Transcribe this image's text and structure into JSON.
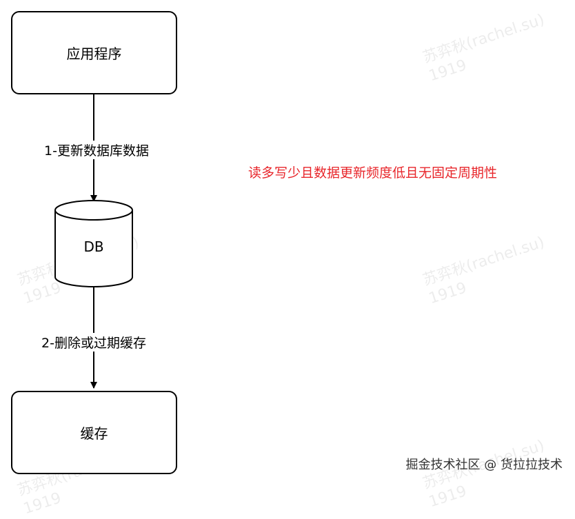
{
  "nodes": {
    "app": "应用程序",
    "db": "DB",
    "cache": "缓存"
  },
  "edges": {
    "step1": "1-更新数据库数据",
    "step2": "2-删除或过期缓存"
  },
  "note": "读多写少且数据更新频度低且无固定周期性",
  "footer": "掘金技术社区 @ 货拉拉技术",
  "watermark": "苏弈秋(rachel.su)\n1919",
  "colors": {
    "note": "#e8262b",
    "stroke": "#000000"
  }
}
